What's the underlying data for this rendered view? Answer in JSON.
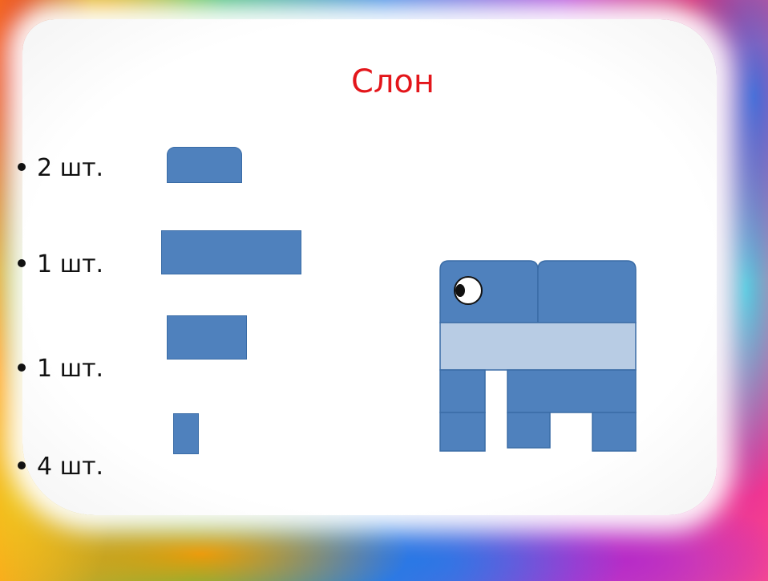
{
  "slide": {
    "title": "Слон",
    "bullets": [
      {
        "label": "2 шт."
      },
      {
        "label": "1 шт."
      },
      {
        "label": "1 шт."
      },
      {
        "label": "4 шт."
      }
    ]
  },
  "colors": {
    "title": "#e3161b",
    "brick": "#4f81bd",
    "brick_light": "#b8cce4",
    "brick_edge": "#3a6ca6"
  },
  "icons": {
    "elephant": "elephant-figure",
    "eye": "eye-icon"
  }
}
